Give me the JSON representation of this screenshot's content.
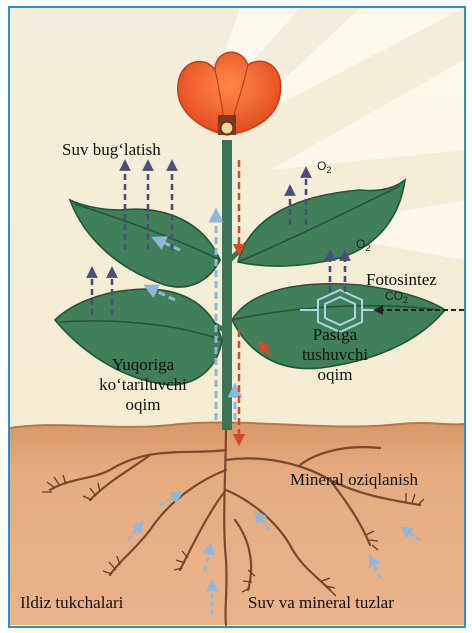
{
  "labels": {
    "transpiration": "Suv bug‘latish",
    "photosynthesis": "Fotosintez",
    "upward_flow": [
      "Yuqoriga",
      "ko‘tariluvchi",
      "oqim"
    ],
    "downward_flow": [
      "Pastga",
      "tushuvchi",
      "oqim"
    ],
    "mineral_nutrition": "Mineral oziqlanish",
    "root_hairs": "Ildiz tukchalari",
    "water_minerals": "Suv va mineral tuzlar"
  },
  "gases": {
    "o2_top": "O2",
    "o2_right": "O2",
    "co2": "CO2"
  },
  "colors": {
    "frame": "#2b8fcf",
    "sky": "#f7f1dd",
    "sunray": "#fff9e8",
    "soil": "#e1a273",
    "soil_dark": "#c97f52",
    "leaf": "#3f7f5a",
    "leaf_dark": "#24543a",
    "stem": "#3c7556",
    "flower": "#ee5a2c",
    "root": "#7a4a2a",
    "up_arrow": "#8fb8d8",
    "down_arrow": "#d44a2a",
    "vapor_arrow": "#4b4f78"
  }
}
